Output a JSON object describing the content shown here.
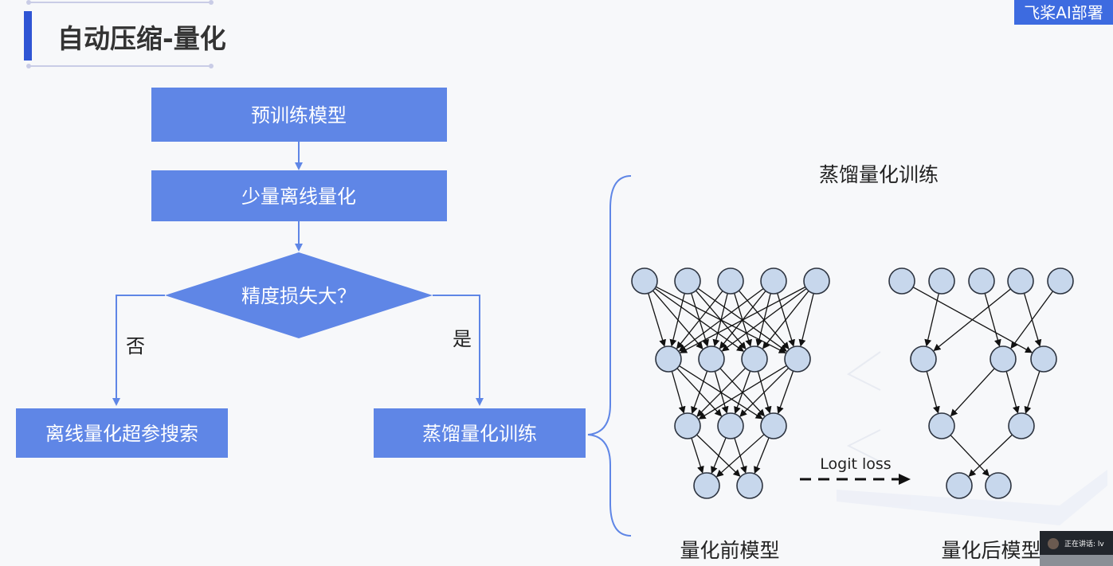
{
  "header": {
    "title": "自动压缩-量化",
    "brand_badge": "飞桨AI部署"
  },
  "flowchart": {
    "step1": "预训练模型",
    "step2": "少量离线量化",
    "decision": "精度损失大？",
    "branch_no_label": "否",
    "branch_yes_label": "是",
    "result_no": "离线量化超参搜索",
    "result_yes": "蒸馏量化训练"
  },
  "distill_panel": {
    "title": "蒸馏量化训练",
    "loss_label": "Logit loss",
    "left_caption": "量化前模型",
    "right_caption": "量化后模型"
  },
  "speaker_overlay": {
    "label": "正在讲话: lv"
  },
  "colors": {
    "flow_box": "#5f86e6",
    "accent_bar": "#2f55d4",
    "badge": "#3d6be0",
    "node_fill": "#c7d7ec"
  }
}
